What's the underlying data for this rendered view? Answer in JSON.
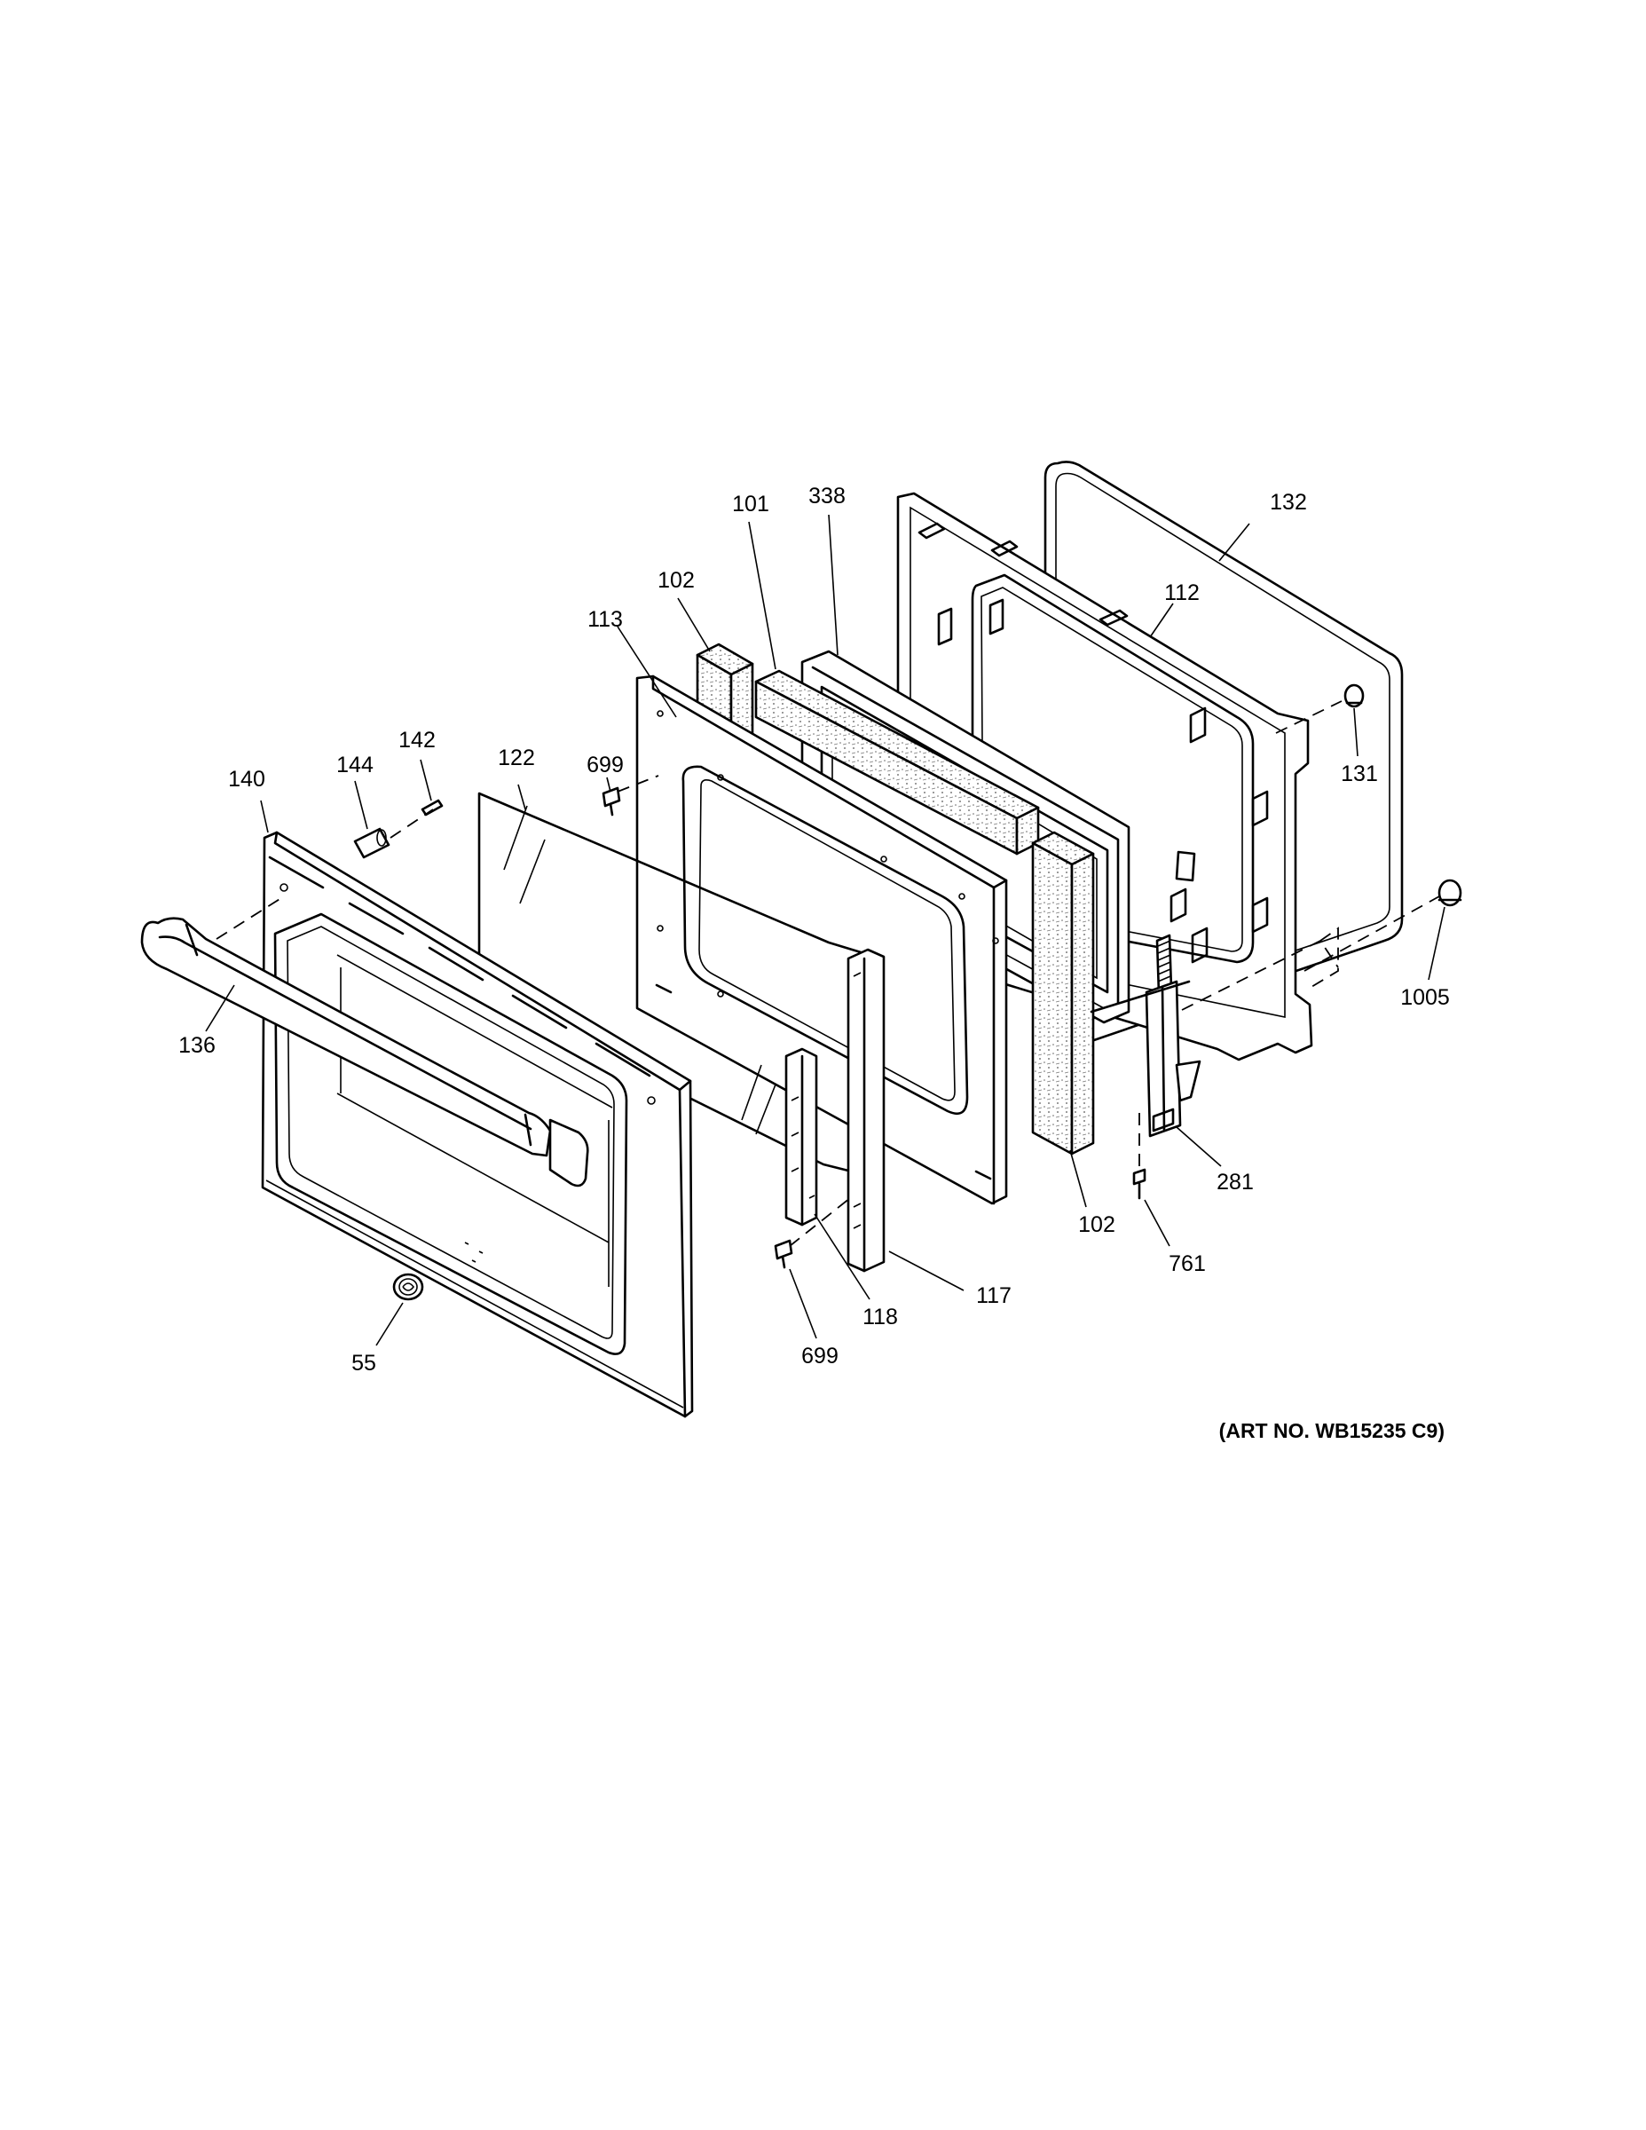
{
  "callouts": {
    "c132": "132",
    "c338": "338",
    "c101": "101",
    "c102a": "102",
    "c113": "113",
    "c112": "112",
    "c131": "131",
    "c699a": "699",
    "c142": "142",
    "c144": "144",
    "c122": "122",
    "c140": "140",
    "c1005": "1005",
    "c136": "136",
    "c281": "281",
    "c102b": "102",
    "c761": "761",
    "c117": "117",
    "c118": "118",
    "c699b": "699",
    "c55": "55"
  },
  "art_number": "(ART NO. WB15235 C9)"
}
